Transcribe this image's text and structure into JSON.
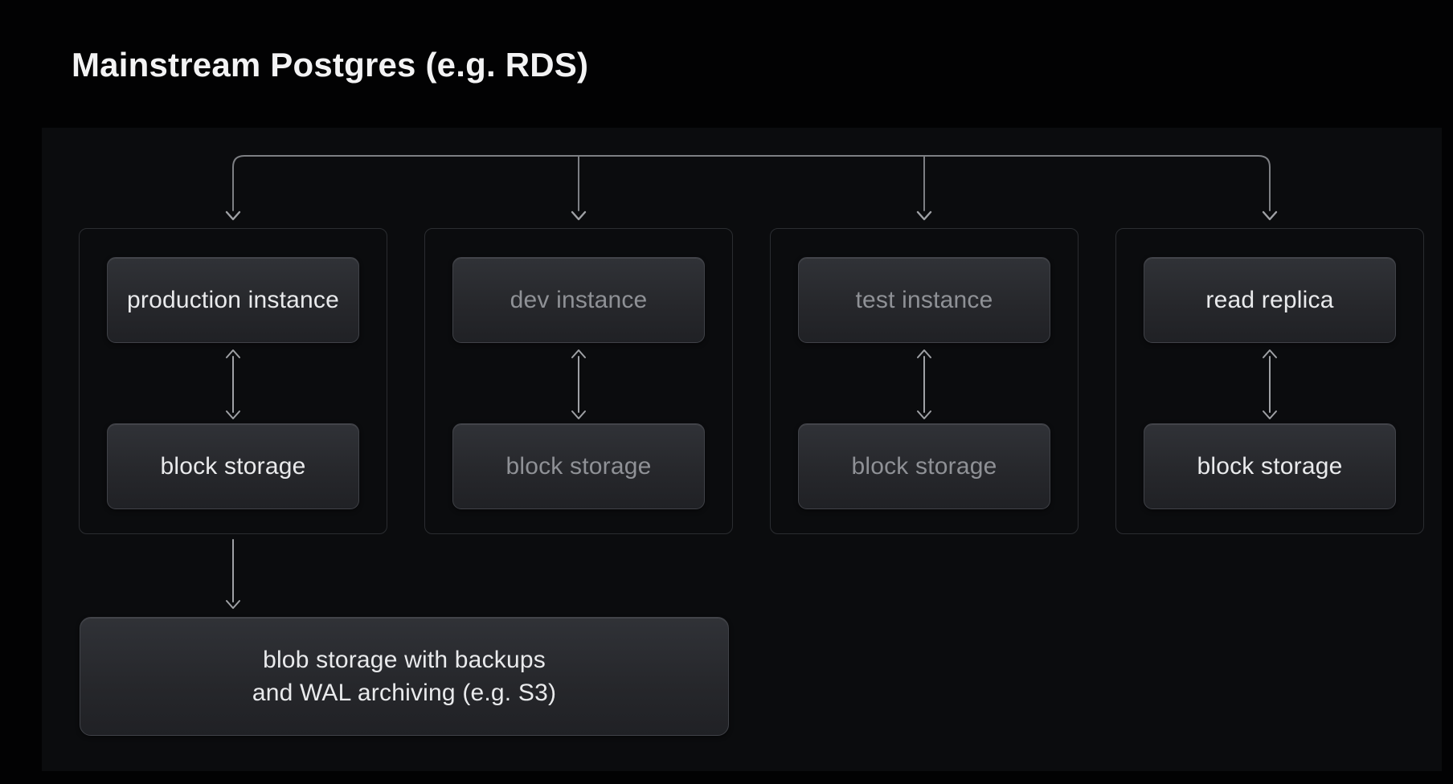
{
  "title": "Mainstream Postgres (e.g. RDS)",
  "diagram": {
    "groups": [
      {
        "name": "production",
        "instance_label": "production instance",
        "storage_label": "block storage",
        "emphasis": "bright"
      },
      {
        "name": "dev",
        "instance_label": "dev instance",
        "storage_label": "block storage",
        "emphasis": "dim"
      },
      {
        "name": "test",
        "instance_label": "test instance",
        "storage_label": "block storage",
        "emphasis": "dim"
      },
      {
        "name": "read-replica",
        "instance_label": "read replica",
        "storage_label": "block storage",
        "emphasis": "bright"
      }
    ],
    "blob_storage": {
      "label_line1": "blob storage with backups",
      "label_line2": "and WAL archiving (e.g. S3)"
    },
    "edges": [
      {
        "from": "fan-out line",
        "to": "production group",
        "type": "arrow-down"
      },
      {
        "from": "fan-out line",
        "to": "dev group",
        "type": "arrow-down"
      },
      {
        "from": "fan-out line",
        "to": "test group",
        "type": "arrow-down"
      },
      {
        "from": "fan-out line",
        "to": "read-replica group",
        "type": "arrow-down"
      },
      {
        "from": "production instance",
        "to": "block storage",
        "type": "bidirectional"
      },
      {
        "from": "dev instance",
        "to": "block storage",
        "type": "bidirectional"
      },
      {
        "from": "test instance",
        "to": "block storage",
        "type": "bidirectional"
      },
      {
        "from": "read replica",
        "to": "block storage",
        "type": "bidirectional"
      },
      {
        "from": "production group",
        "to": "blob storage",
        "type": "arrow-down"
      }
    ]
  },
  "colors": {
    "background": "#020203",
    "panel": "#0b0c0e",
    "container_border": "#2b2d31",
    "box_top": "#303237",
    "box_mid": "#26272b",
    "box_bottom": "#202125",
    "box_border": "#404248",
    "bright_text": "#e9eaec",
    "dim_text": "#8f9196",
    "title_text": "#f3f3f4",
    "connector": "#7d7f83",
    "arrow": "#9fa1a5"
  }
}
